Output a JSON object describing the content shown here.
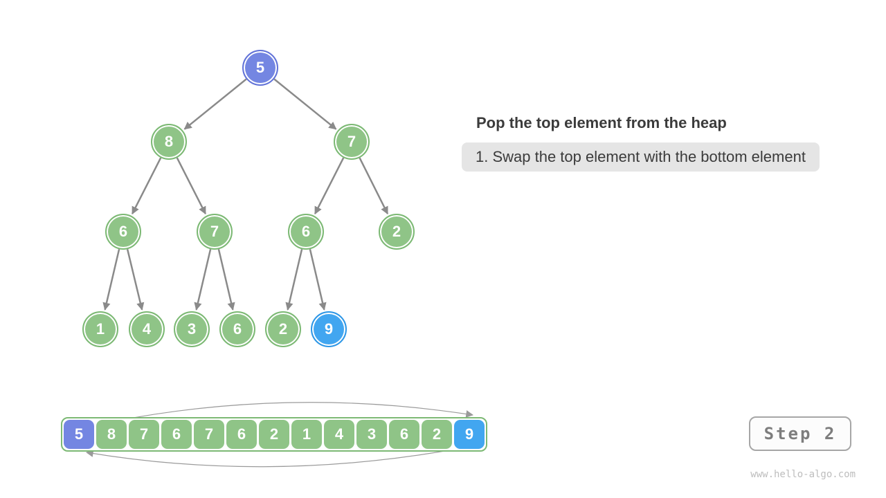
{
  "header": {
    "title": "Pop the top element from the heap",
    "step_note": "1. Swap the top element with the bottom element"
  },
  "tree": {
    "nodes": [
      {
        "value": "5",
        "state": "purple"
      },
      {
        "value": "8",
        "state": "green"
      },
      {
        "value": "7",
        "state": "green"
      },
      {
        "value": "6",
        "state": "green"
      },
      {
        "value": "7",
        "state": "green"
      },
      {
        "value": "6",
        "state": "green"
      },
      {
        "value": "2",
        "state": "green"
      },
      {
        "value": "1",
        "state": "green"
      },
      {
        "value": "4",
        "state": "green"
      },
      {
        "value": "3",
        "state": "green"
      },
      {
        "value": "6",
        "state": "green"
      },
      {
        "value": "2",
        "state": "green"
      },
      {
        "value": "9",
        "state": "blue"
      }
    ]
  },
  "array": {
    "cells": [
      {
        "value": "5",
        "state": "purple"
      },
      {
        "value": "8",
        "state": "green"
      },
      {
        "value": "7",
        "state": "green"
      },
      {
        "value": "6",
        "state": "green"
      },
      {
        "value": "7",
        "state": "green"
      },
      {
        "value": "6",
        "state": "green"
      },
      {
        "value": "2",
        "state": "green"
      },
      {
        "value": "1",
        "state": "green"
      },
      {
        "value": "4",
        "state": "green"
      },
      {
        "value": "3",
        "state": "green"
      },
      {
        "value": "6",
        "state": "green"
      },
      {
        "value": "2",
        "state": "green"
      },
      {
        "value": "9",
        "state": "blue"
      }
    ]
  },
  "footer": {
    "step_label": "Step 2",
    "watermark": "www.hello-algo.com"
  },
  "colors": {
    "node_green": "#8fc487",
    "node_green_border": "#7cb974",
    "node_purple": "#7486e2",
    "node_purple_border": "#6273d8",
    "node_blue": "#42a6f0",
    "node_blue_border": "#2e97e6",
    "edge": "#8a8a8a",
    "swap_arc": "#9a9a9a",
    "note_bg": "#e5e5e5",
    "text_dark": "#3b3b3b",
    "step_text": "#7d7d7d",
    "step_border": "#a6a6a6",
    "watermark": "#bdbdbd"
  }
}
